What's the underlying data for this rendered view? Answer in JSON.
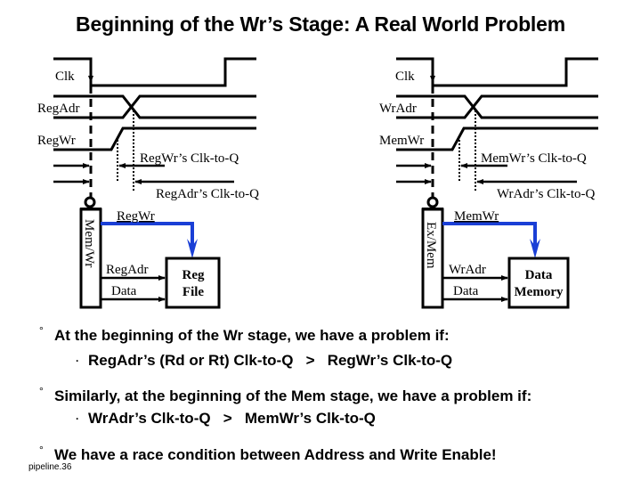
{
  "title": "Beginning of the Wr’s Stage: A Real World Problem",
  "colors": {
    "signal_blue": "#1a3fd6",
    "ink": "#000000",
    "background": "#ffffff"
  },
  "left_timing": {
    "clk_label": "Clk",
    "addr_label": "RegAdr",
    "wr_label": "RegWr",
    "wr_clk_to_q": "RegWr’s Clk-to-Q",
    "addr_clk_to_q": "RegAdr’s Clk-to-Q"
  },
  "right_timing": {
    "clk_label": "Clk",
    "addr_label": "WrAdr",
    "wr_label": "MemWr",
    "wr_clk_to_q": "MemWr’s Clk-to-Q",
    "addr_clk_to_q": "WrAdr’s Clk-to-Q"
  },
  "left_block": {
    "pipe_reg": "Mem/Wr",
    "enable_label": "RegWr",
    "addr_label": "RegAdr",
    "data_label": "Data",
    "target_line1": "Reg",
    "target_line2": "File"
  },
  "right_block": {
    "pipe_reg": "Ex/Mem",
    "enable_label": "MemWr",
    "addr_label": "WrAdr",
    "data_label": "Data",
    "target_line1": "Data",
    "target_line2": "Memory"
  },
  "bullets": [
    {
      "level": 1,
      "text": "At the beginning of the Wr stage, we have a problem if:"
    },
    {
      "level": 2,
      "text": "RegAdr’s (Rd or Rt) Clk-to-Q   >   RegWr’s Clk-to-Q"
    },
    {
      "level": 1,
      "text": "Similarly, at the beginning of the Mem stage, we have a problem if:"
    },
    {
      "level": 2,
      "text": "WrAdr’s Clk-to-Q   >   MemWr’s Clk-to-Q"
    },
    {
      "level": 1,
      "text": "We have a race condition between Address and Write Enable!"
    }
  ],
  "footer": "pipeline.36"
}
